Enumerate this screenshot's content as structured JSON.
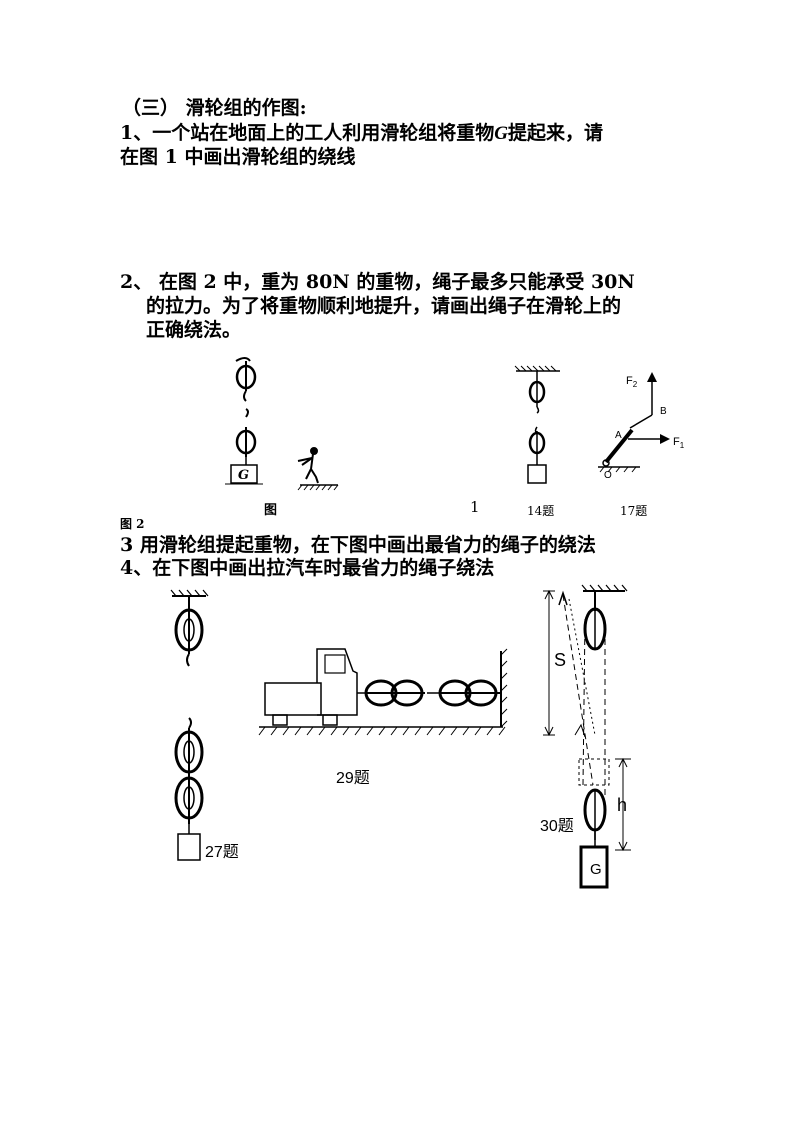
{
  "section": {
    "heading": "（三）   滑轮组的作图:"
  },
  "q1": {
    "line1": "1、一个站在地面上的工人利用滑轮组将重物",
    "g": "G",
    "line1_end": "提起来，请",
    "line2": "在图 1 中画出滑轮组的绕线"
  },
  "q2": {
    "line1": "2、    在图 2 中，重为 80N 的重物，绳子最多只能承受 30N",
    "line2": "的拉力。为了将重物顺利地提升，请画出绳子在滑轮上的",
    "line2b": "正确绕法。"
  },
  "figure_row": {
    "weight_label": "G",
    "fig_caption": "图",
    "fig_number": "1",
    "caption_14": "14题",
    "caption_17": "17题",
    "f2": "F",
    "f2_sub": "2",
    "f1": "F",
    "f1_sub": "1",
    "b": "B",
    "a": "A",
    "o": "O",
    "fig2_label": "图 2"
  },
  "q3": {
    "text": "3 用滑轮组提起重物，在下图中画出最省力的绳子的绕法"
  },
  "q4": {
    "text": "4、在下图中画出拉汽车时最省力的绳子绕法"
  },
  "bottom_figures": {
    "caption_27": "27题",
    "caption_29": "29题",
    "caption_30": "30题",
    "s_label": "S",
    "h_label": "h",
    "g_label": "G"
  }
}
